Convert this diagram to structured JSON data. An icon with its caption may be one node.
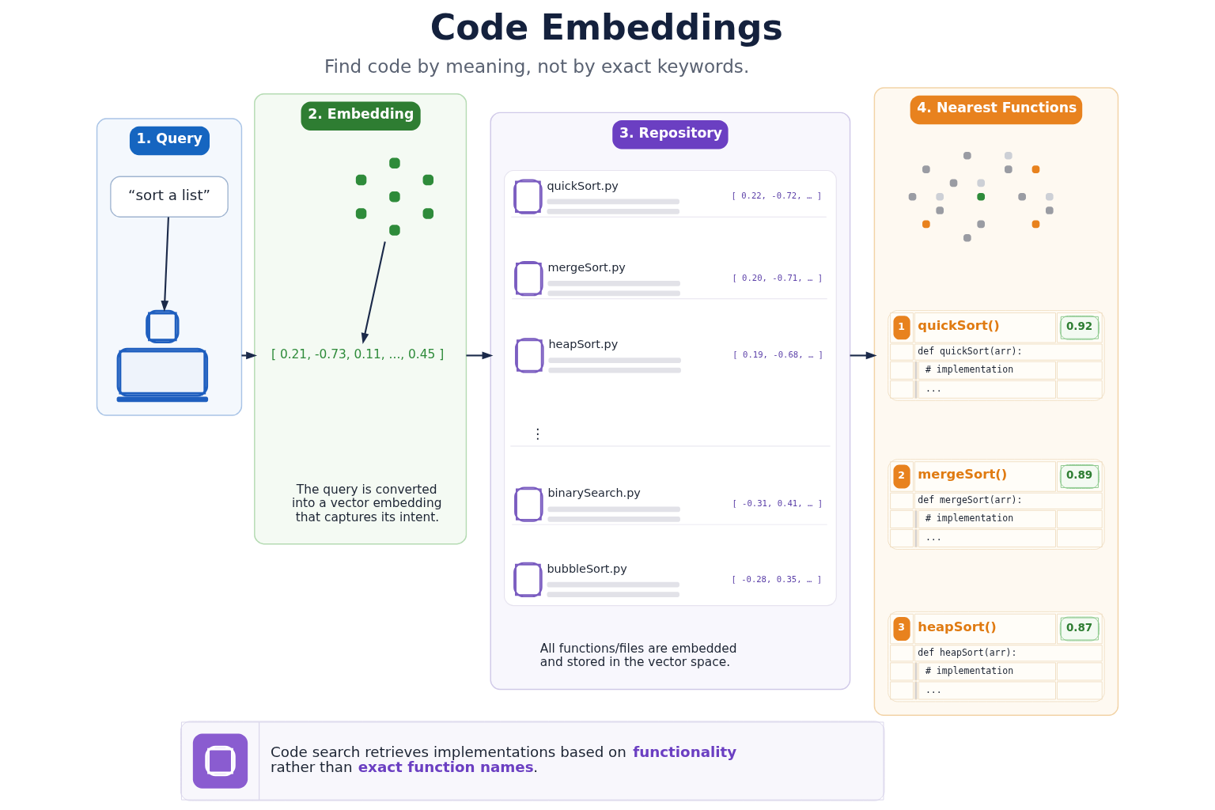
{
  "diagram": {
    "title": "Code Embeddings",
    "nodes": [
      {
        "text": [
          "1. Query"
        ]
      },
      {
        "text": [
          "“sort a list”"
        ],
        "in": 0
      },
      {
        "text": [],
        "shape": "person",
        "in": 0
      },
      {
        "text": [
          "2. Embedding",
          "The query is converted into a vector embedding that captures its intent."
        ]
      },
      {
        "text": [],
        "shape": "picture",
        "in": 3
      },
      {
        "text": [
          "[ 0.21, -0.73, 0.11, ..., 0.45 ]"
        ],
        "in": 3
      },
      {
        "text": [
          "3. Repository",
          "All functions/files are embedded and stored in the vector space."
        ]
      },
      {
        "text": [],
        "shape": "box",
        "in": 6
      },
      {
        "text": [
          "quickSort.py",
          "[ 0.22, -0.72, … ]"
        ],
        "in": 7
      },
      {
        "text": [
          "mergeSort.py",
          "[ 0.20, -0.71, … ]"
        ],
        "in": 7
      },
      {
        "text": [
          "heapSort.py",
          "[ 0.19, -0.68, … ]"
        ],
        "in": 7
      },
      {
        "text": [
          "binarySearch.py",
          "[ -0.31, 0.41, … ]"
        ],
        "in": 7
      },
      {
        "text": [
          "bubbleSort.py",
          "[ -0.28, 0.35, … ]"
        ],
        "in": 7
      },
      {
        "text": [
          "4. Nearest Functions"
        ]
      },
      {
        "text": [],
        "shape": "picture",
        "in": 13
      },
      {
        "text": [
          "1",
          "quickSort()",
          "0.92",
          "def quickSort(arr):",
          "# implementation",
          "..."
        ],
        "in": 13
      },
      {
        "text": [
          "2",
          "mergeSort()",
          "0.89",
          "def mergeSort(arr):",
          "# implementation",
          "..."
        ],
        "in": 13
      },
      {
        "text": [
          "3",
          "heapSort()",
          "0.87",
          "def heapSort(arr):",
          "# implementation",
          "..."
        ],
        "in": 13
      },
      {
        "text": [
          "Code search retrieves implementations based on **functionality** rather than **exact function names**."
        ]
      }
    ],
    "edges": [
      {
        "from": 1,
        "to": 2,
        "arrow": "to"
      },
      {
        "from": 0,
        "to": 3,
        "arrow": "to"
      },
      {
        "from": 4,
        "to": 5,
        "arrow": "to"
      },
      {
        "from": 3,
        "to": 6,
        "arrow": "to"
      },
      {
        "from": 6,
        "to": 13,
        "arrow": "to"
      }
    ],
    "labels": [
      "Find code by meaning, not by exact keywords.",
      "⋮"
    ]
  }
}
